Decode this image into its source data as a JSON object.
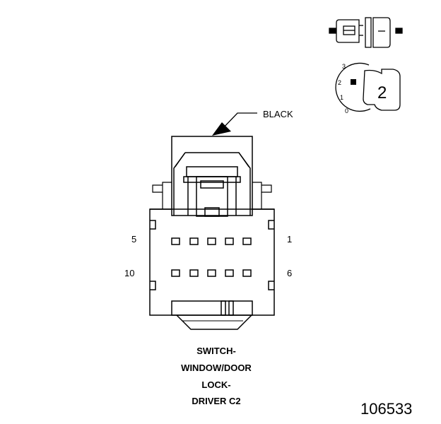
{
  "callout": {
    "color_label": "BLACK"
  },
  "connector": {
    "title_lines": [
      "SWITCH-",
      "WINDOW/DOOR",
      "LOCK-",
      "DRIVER C2"
    ]
  },
  "pins": {
    "top_left": "5",
    "top_right": "1",
    "bottom_left": "10",
    "bottom_right": "6"
  },
  "view_indicator": {
    "positions": [
      "3",
      "2",
      "1",
      "0"
    ],
    "selected": "2"
  },
  "figure_id": "106533"
}
